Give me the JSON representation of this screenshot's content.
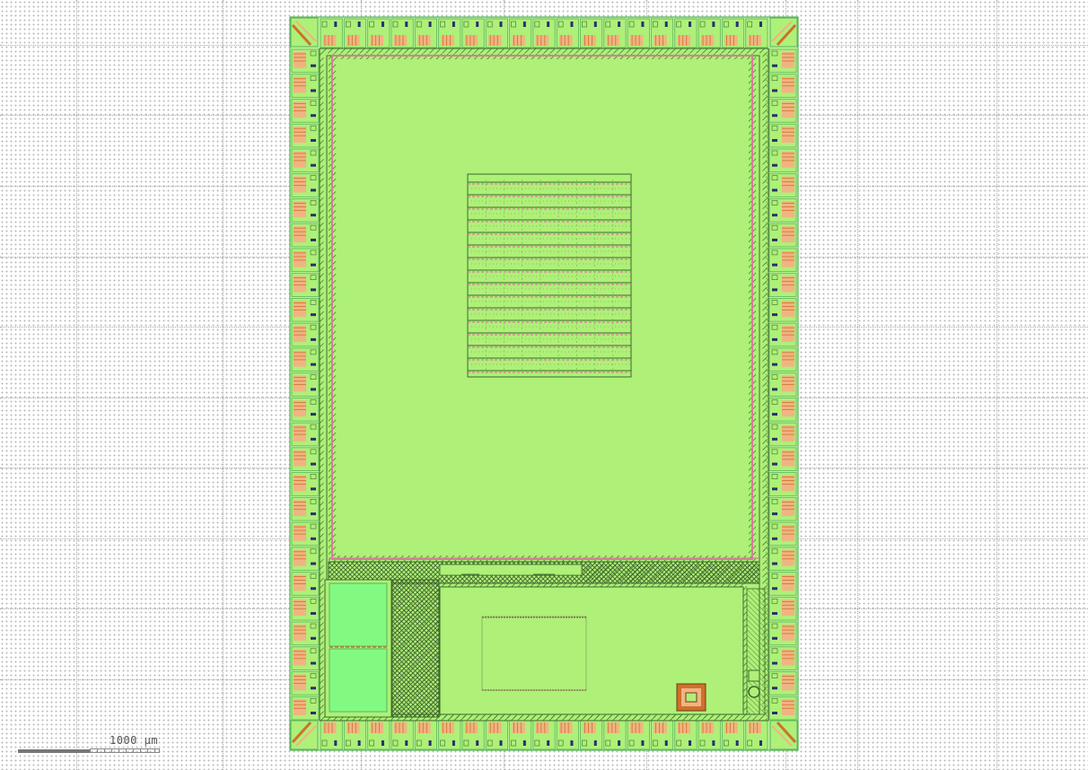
{
  "scale_bar": {
    "label": "1000 µm"
  },
  "colors": {
    "background": "#ffffff",
    "die_fill": "#aef078",
    "io_pad_fill": "#f0b482",
    "metal_outline": "#5ab45a",
    "hatch_dark": "#3c6a2a",
    "pink_ring": "#d77d9a",
    "navy_via": "#28306e",
    "macro_green": "#82fa82"
  },
  "layers_shown": [
    "die-core",
    "io-pad-ring",
    "sram-macro-array",
    "analog-block",
    "power-ring",
    "corner-cells"
  ]
}
